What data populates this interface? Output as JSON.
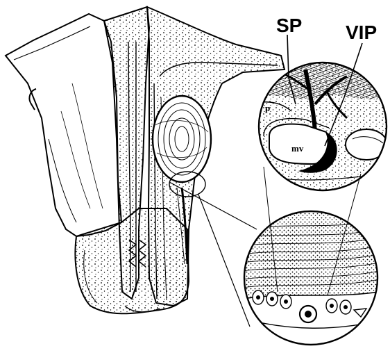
{
  "diagram": {
    "labels": {
      "sp": "SP",
      "vip": "VIP",
      "p": "p",
      "mv": "mv"
    },
    "colors": {
      "ink": "#000000",
      "paper": "#ffffff"
    }
  }
}
